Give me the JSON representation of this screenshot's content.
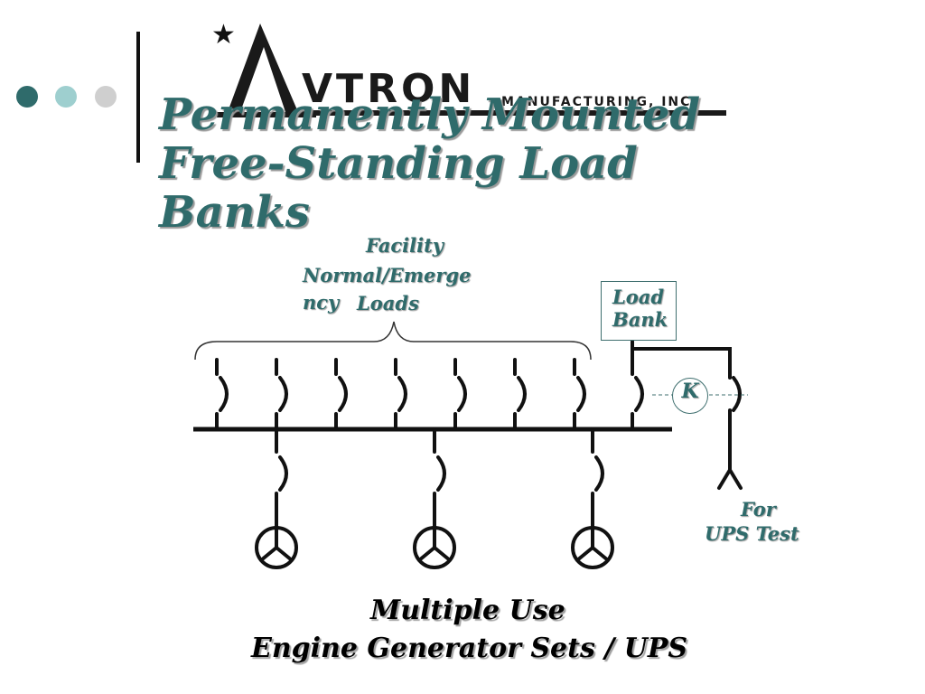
{
  "deco_dot_colors": [
    "#2f6b6b",
    "#9ecfcf",
    "#cfcfcf"
  ],
  "logo": {
    "brand": "VTRON",
    "subline": "MANUFACTURING, INC.",
    "star": "★"
  },
  "title_lines": [
    "Permanently Mounted",
    "Free-Standing Load",
    "Banks"
  ],
  "diagram": {
    "facility_label_lines": [
      "Facility",
      "Normal/Emerge",
      "ncy",
      "Loads"
    ],
    "load_bank_label_lines": [
      "Load",
      "Bank"
    ],
    "contactor_label": "K",
    "ups_label_lines": [
      "For",
      "UPS Test"
    ],
    "feeder_breakers": 7,
    "generators": 3
  },
  "caption_lines": [
    "Multiple Use",
    "Engine Generator Sets / UPS"
  ]
}
